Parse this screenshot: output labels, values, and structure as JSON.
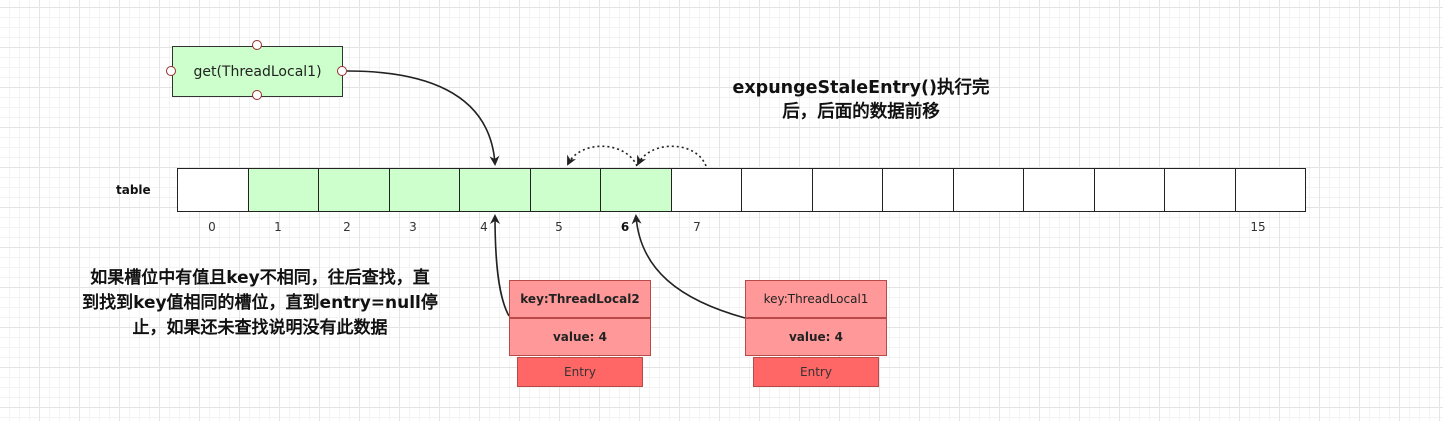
{
  "get_box": {
    "label": "get(ThreadLocal1)"
  },
  "heading": {
    "line1": "expungeStaleEntry()执行完",
    "line2": "后，后面的数据前移"
  },
  "table": {
    "label": "table",
    "filled_slots": [
      1,
      2,
      3,
      4,
      5,
      6
    ],
    "indices": [
      {
        "text": "0",
        "bold": false
      },
      {
        "text": "1",
        "bold": false
      },
      {
        "text": "2",
        "bold": false
      },
      {
        "text": "3",
        "bold": false
      },
      {
        "text": "4",
        "bold": false
      },
      {
        "text": "5",
        "bold": false
      },
      {
        "text": "6",
        "bold": true
      },
      {
        "text": "7",
        "bold": false
      },
      {
        "text": "15",
        "bold": false
      }
    ]
  },
  "note": {
    "line1": "如果槽位中有值且key不相同，往后查找，直",
    "line2": "到找到key值相同的槽位，直到entry=null停",
    "line3": "止，如果还未查找说明没有此数据"
  },
  "entries": [
    {
      "key": "key:ThreadLocal2",
      "value": "value: 4",
      "name": "Entry",
      "key_bold": true
    },
    {
      "key": "key:ThreadLocal1",
      "value": "value: 4",
      "name": "Entry",
      "key_bold": false
    }
  ],
  "colors": {
    "slot_fill": "#ccffcc",
    "entry_fill": "#ff9999",
    "entry_name_fill": "#ff6666",
    "handle_border": "#9b2b2b"
  }
}
